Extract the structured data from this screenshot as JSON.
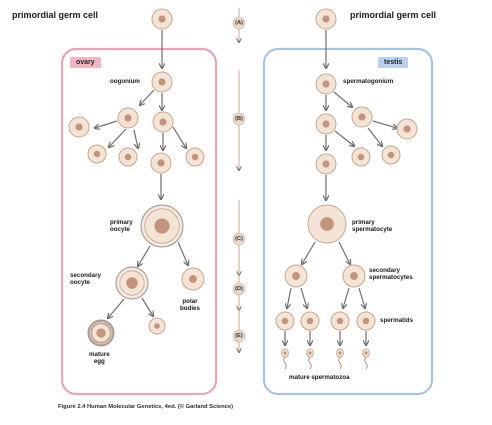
{
  "top_labels": {
    "left": "primordial germ cell",
    "right": "primordial germ cell"
  },
  "panels": {
    "ovary": {
      "tag": "ovary",
      "frame_color": "#e8a6b4",
      "tag_color": "#f2b5c2"
    },
    "testis": {
      "tag": "testis",
      "frame_color": "#a9c3e3",
      "tag_color": "#b9d0ee"
    }
  },
  "female_labels": {
    "oogonium": "oogonium",
    "primary_oocyte": "primary\noocyte",
    "secondary_oocyte": "secondary\noocyte",
    "polar_bodies": "polar\nbodies",
    "mature_egg": "mature\negg"
  },
  "male_labels": {
    "spermatogonium": "spermatogonium",
    "primary_spermatocyte": "primary\nspermatocyte",
    "secondary_spermatocytes": "secondary\nspermatocytes",
    "spermatids": "spermatids",
    "mature_spermatozoa": "mature spermatozoa"
  },
  "stages": [
    "(A)",
    "(B)",
    "(C)",
    "(D)",
    "(E)"
  ],
  "caption": "Figure 2.4  Human Molecular Genetics, 4ed. (© Garland Science)",
  "colors": {
    "cell_fill": "#f4e4d6",
    "cell_outline": "#c9a58e",
    "nucleus": "#c4937c",
    "arrow": "#6f6f6f",
    "step_circle": "#e9d6c8"
  }
}
